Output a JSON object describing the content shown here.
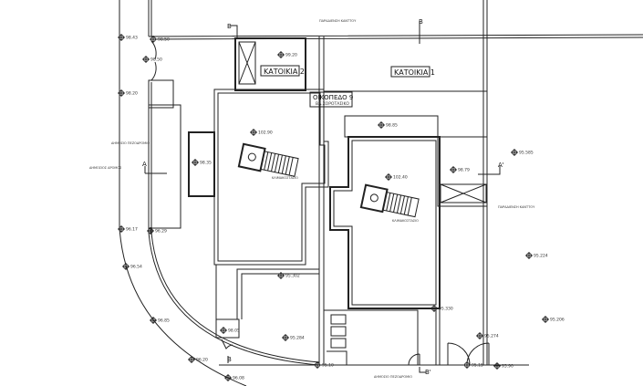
{
  "rooms": {
    "katoikia1": "ΚΑΤΟΙΚΙΑ 1",
    "katoikia2": "ΚΑΤΟΙΚΙΑ 2",
    "plot": "ΟΙΚΟΠΕΔΟ 9",
    "plot_sub": "ΒΑ.ΧΟΡΟΤΑΣΙΚΟ"
  },
  "road_labels": {
    "top": "ΠΑΡΑΔΙΕΝΣΗ ΚΑΝΤΤΟΥ",
    "right": "ΠΑΡΑΔΙΕΝΣΗ ΚΑΝΤΤΟΥ",
    "left1": "ΔΗΜΟΣΙΟ ΠΕΖΟΔΡΟΜΙΟ",
    "left2": "ΔΗΜΟΣΙΟΣ ΔΡΟΜΟΣ",
    "bottom": "ΔΗΜΟΣΙΟ ΠΕΖΟΔΡΟΜΙΟ",
    "stair1": "ΚΛΙΜΑΚΟΣΤΑΣΙΟ",
    "stair2": "ΚΛΙΜΑΚΟΣΤΑΣΙΟ"
  },
  "section_marks": {
    "b_top1": "B",
    "b_top2": "B",
    "a_left": "A",
    "a_right": "A'",
    "b_bottom": "B'",
    "b_bottom_left": "B"
  },
  "levels": [
    {
      "id": "l1",
      "value": "98.43"
    },
    {
      "id": "l2",
      "value": "98.50"
    },
    {
      "id": "l3",
      "value": "98.50"
    },
    {
      "id": "l4",
      "value": "98.20"
    },
    {
      "id": "l5",
      "value": "99.20"
    },
    {
      "id": "l6",
      "value": "102.90"
    },
    {
      "id": "l7",
      "value": "98.35"
    },
    {
      "id": "l8",
      "value": "96.17"
    },
    {
      "id": "l9",
      "value": "96.29"
    },
    {
      "id": "l10",
      "value": "96.54"
    },
    {
      "id": "l11",
      "value": "96.85"
    },
    {
      "id": "l12",
      "value": "96.20"
    },
    {
      "id": "l13",
      "value": "96.08"
    },
    {
      "id": "l14",
      "value": "98.85"
    },
    {
      "id": "l15",
      "value": "102.40"
    },
    {
      "id": "l16",
      "value": "98.79"
    },
    {
      "id": "l17",
      "value": "95.585"
    },
    {
      "id": "l18",
      "value": "95.224"
    },
    {
      "id": "l19",
      "value": "95.302"
    },
    {
      "id": "l20",
      "value": "95.284"
    },
    {
      "id": "l21",
      "value": "95.330"
    },
    {
      "id": "l22",
      "value": "95.274"
    },
    {
      "id": "l23",
      "value": "95.206"
    },
    {
      "id": "l24",
      "value": "98.05"
    },
    {
      "id": "l25",
      "value": "95.10"
    },
    {
      "id": "l26",
      "value": "95.15"
    },
    {
      "id": "l27",
      "value": "95.90"
    }
  ]
}
